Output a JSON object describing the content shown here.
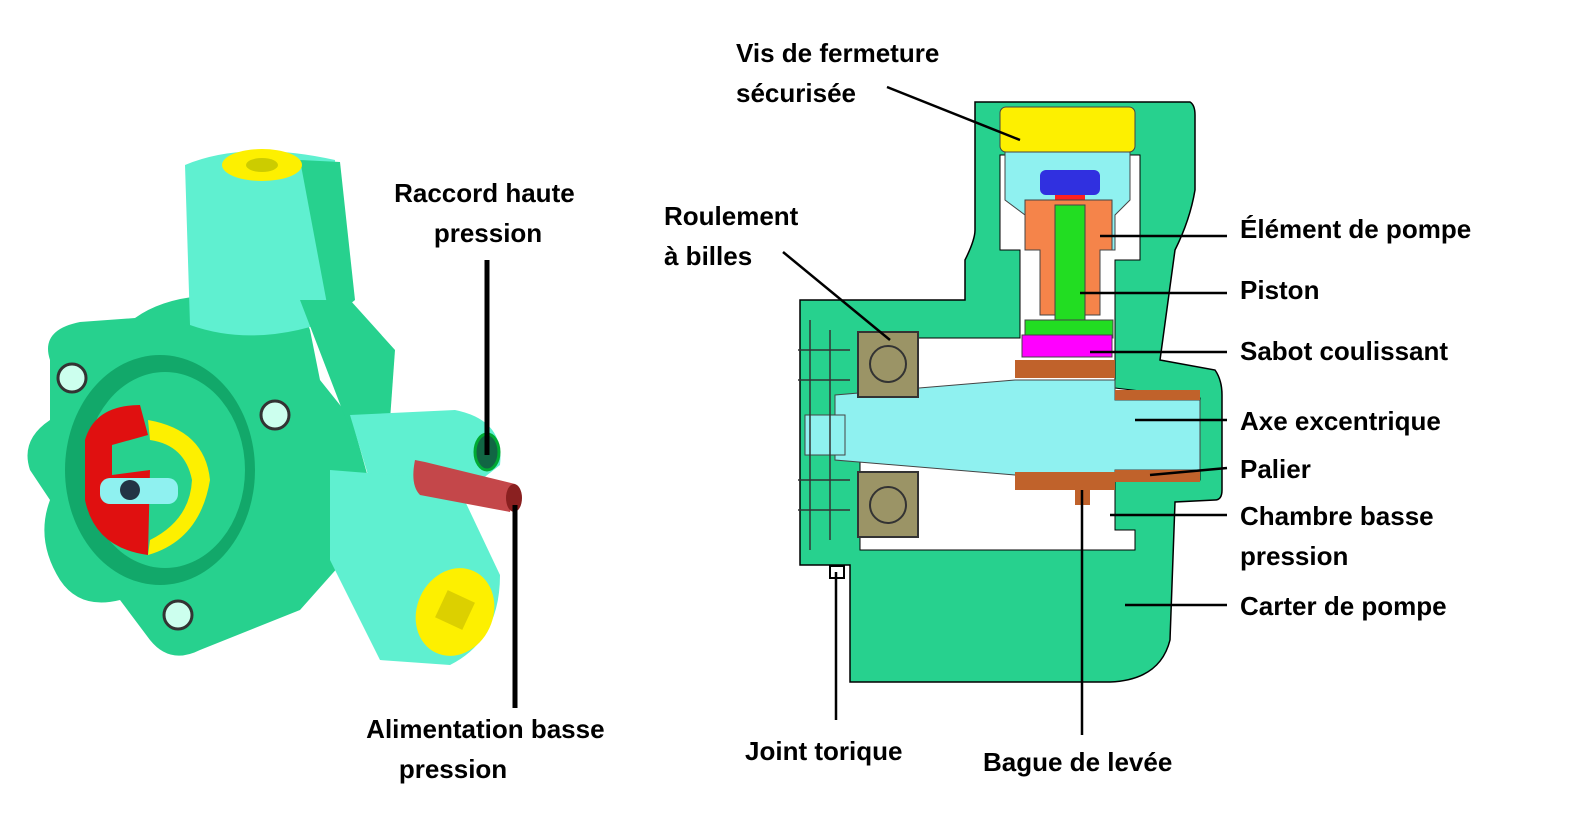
{
  "title": "Pompe haute pression - vue 3D et coupe",
  "colors": {
    "housing": "#27d18e",
    "housing_light": "#5ff0d0",
    "housing_dark": "#12a86a",
    "cyan_part": "#8ff1f0",
    "yellow": "#fdf000",
    "orange": "#f5844a",
    "green_piston": "#22dd22",
    "magenta": "#ff00ff",
    "brown": "#c0622b",
    "bearing": "#9b9466",
    "red": "#e01010",
    "pipe": "#c4474a",
    "blue": "#3030e0"
  },
  "labels_3d": {
    "raccord": [
      "Raccord haute",
      "pression"
    ],
    "alimentation": [
      "Alimentation basse",
      "pression"
    ]
  },
  "labels_section": {
    "vis": [
      "Vis de fermeture",
      "sécurisée"
    ],
    "roulement": [
      "Roulement",
      "à billes"
    ],
    "element": [
      "Élément de pompe"
    ],
    "piston": [
      "Piston"
    ],
    "sabot": [
      "Sabot coulissant"
    ],
    "axe": [
      "Axe excentrique"
    ],
    "palier": [
      "Palier"
    ],
    "chambre": [
      "Chambre basse",
      "pression"
    ],
    "carter": [
      "Carter de pompe"
    ],
    "joint": [
      "Joint torique"
    ],
    "bague": [
      "Bague de levée"
    ]
  }
}
